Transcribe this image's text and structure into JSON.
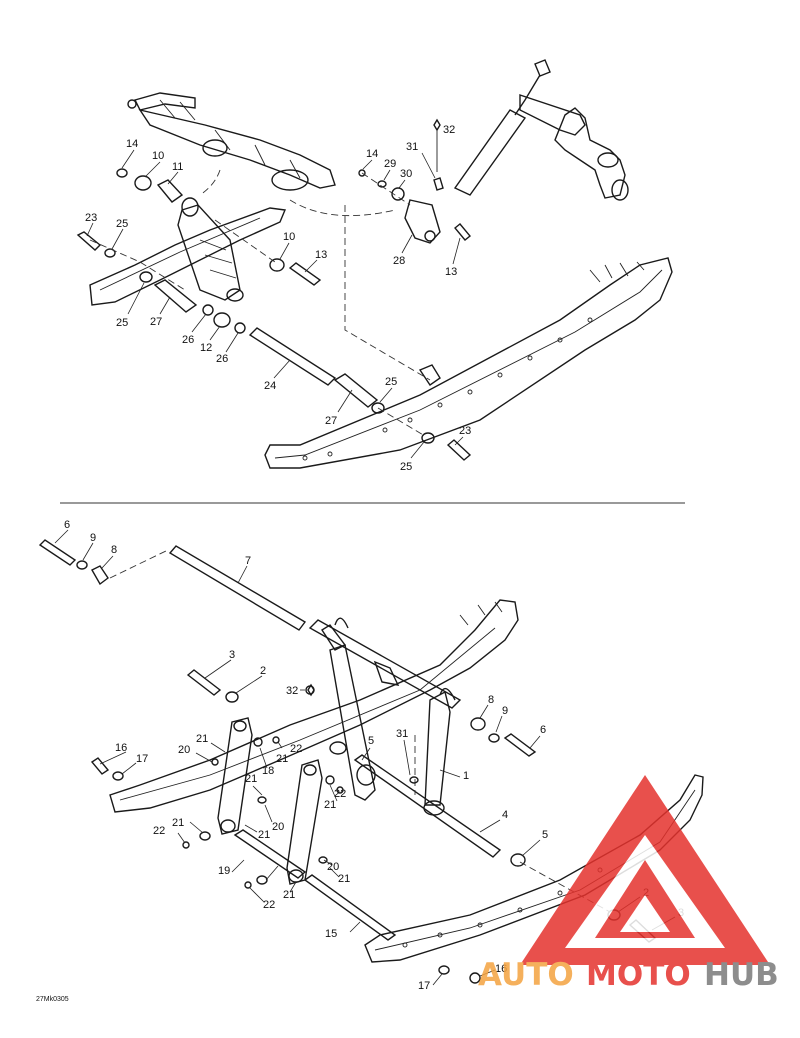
{
  "figure_code": "27Mk0305",
  "callouts_top": [
    "14",
    "10",
    "11",
    "23",
    "25",
    "25",
    "27",
    "26",
    "12",
    "26",
    "24",
    "27",
    "25",
    "25",
    "23",
    "10",
    "13",
    "14",
    "29",
    "30",
    "31",
    "32",
    "28",
    "13"
  ],
  "callouts_bottom": [
    "6",
    "9",
    "8",
    "7",
    "3",
    "2",
    "32",
    "16",
    "17",
    "20",
    "21",
    "18",
    "22",
    "21",
    "22",
    "21",
    "21",
    "20",
    "21",
    "22",
    "21",
    "19",
    "22",
    "21",
    "20",
    "21",
    "15",
    "31",
    "5",
    "1",
    "4",
    "5",
    "8",
    "9",
    "6",
    "2",
    "3",
    "16",
    "17"
  ],
  "watermark": {
    "auto": "AUTO",
    "moto": "MOTO",
    "hub": "HUB",
    "color_red": "#e5322d",
    "color_orange": "#f4a340",
    "color_gray": "#7a7a7a"
  }
}
